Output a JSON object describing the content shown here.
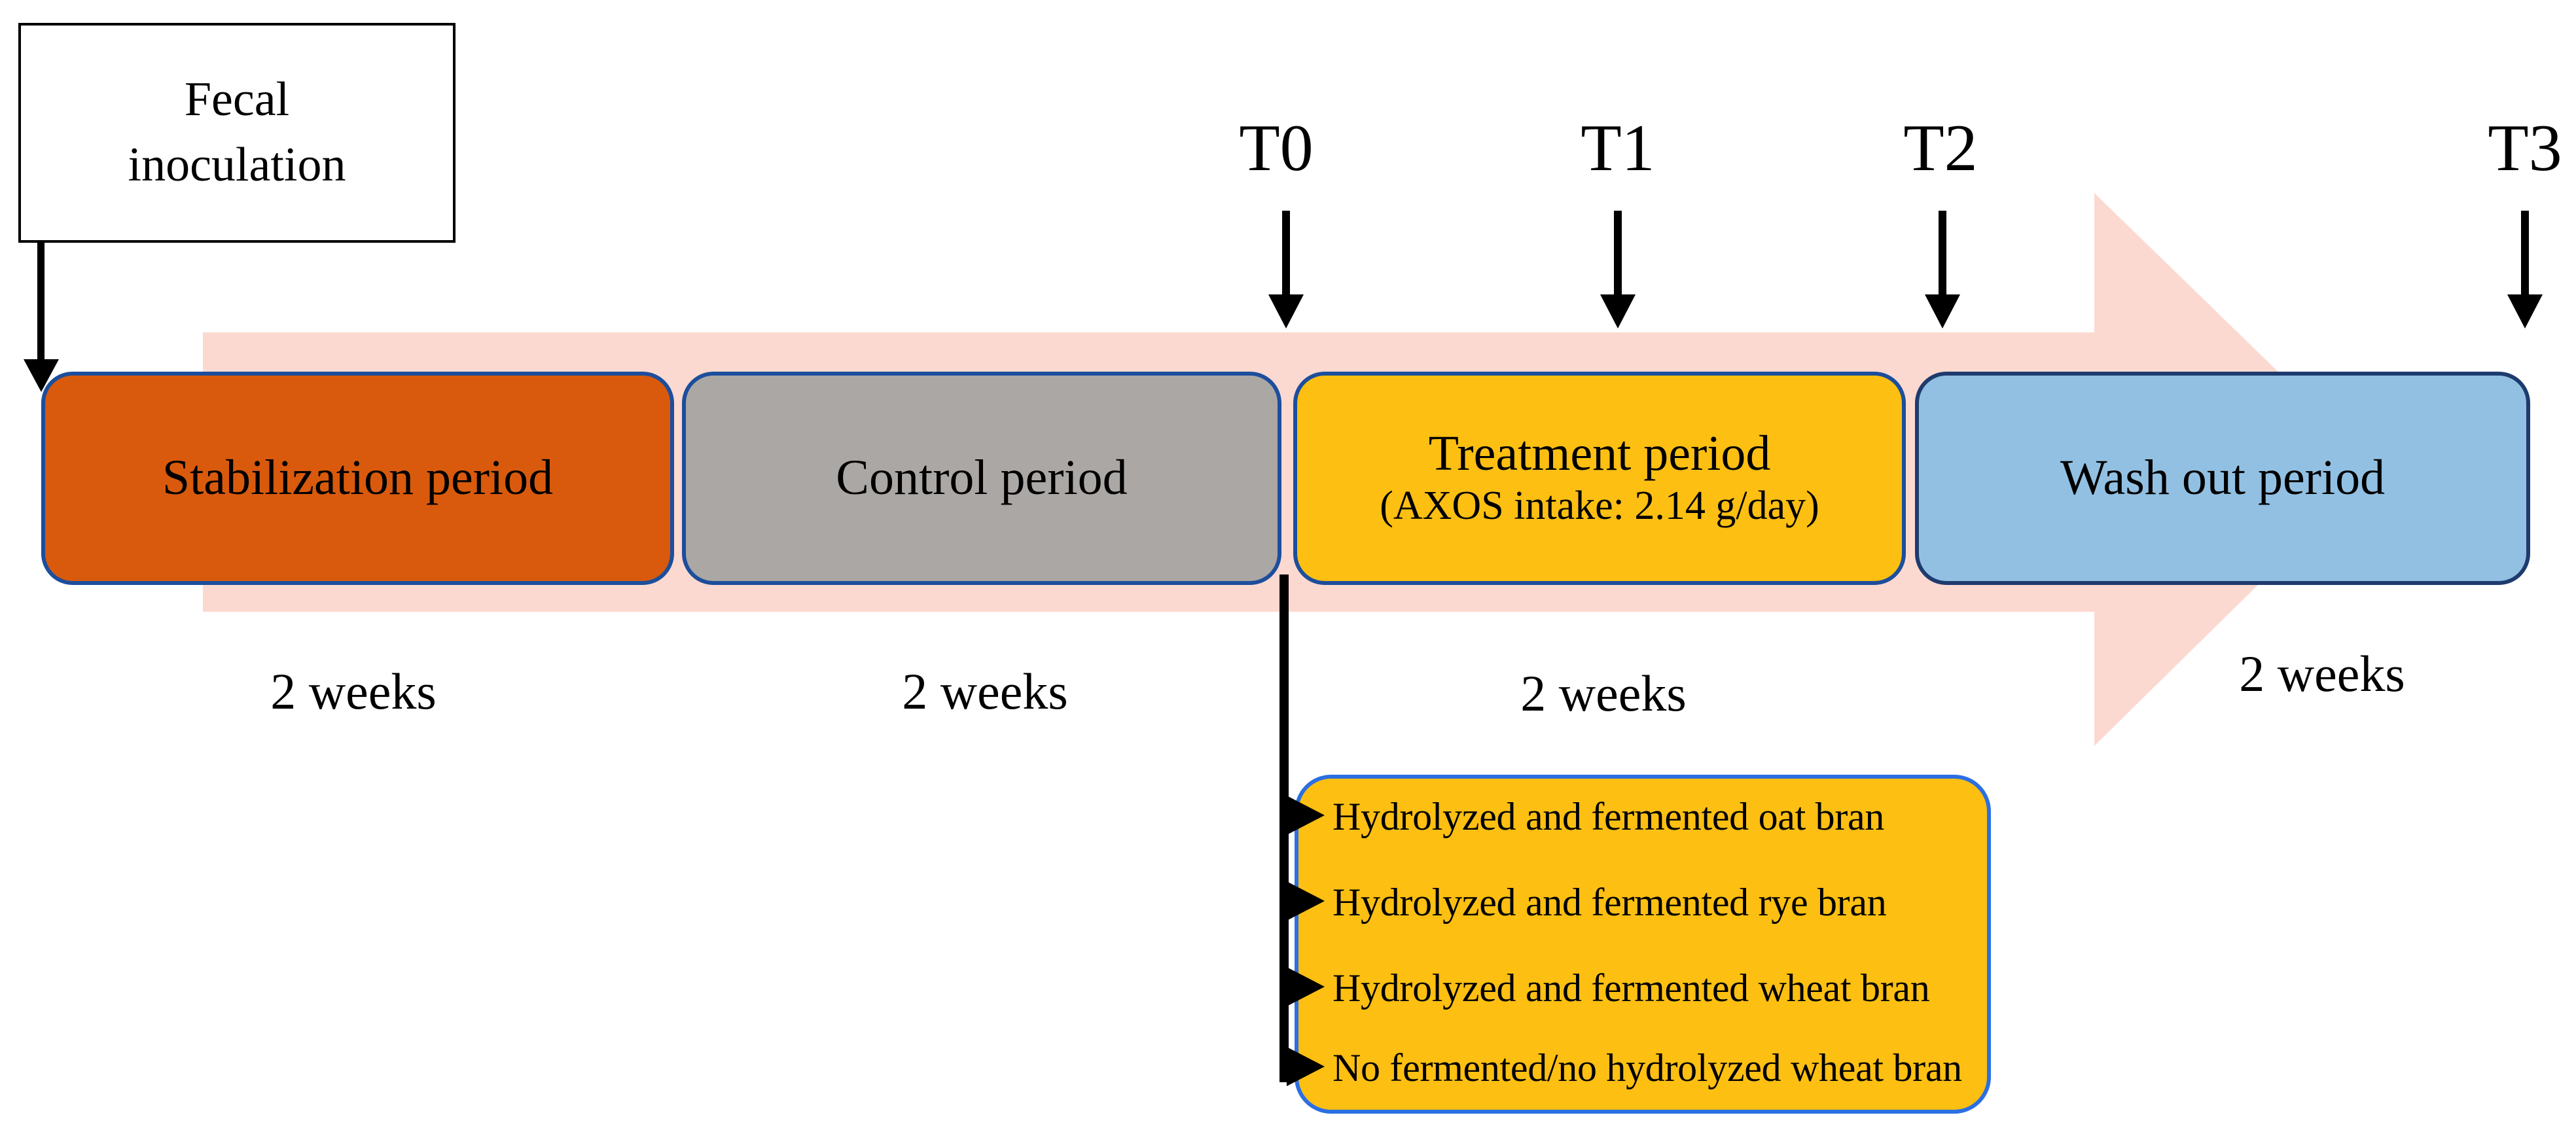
{
  "fecal": {
    "line1": "Fecal",
    "line2": "inoculation"
  },
  "timepoints": [
    {
      "label": "T0"
    },
    {
      "label": "T1"
    },
    {
      "label": "T2"
    },
    {
      "label": "T3"
    }
  ],
  "periods": [
    {
      "label": "Stabilization period",
      "duration": "2 weeks",
      "fill": "#d95a0c",
      "border": "#1c4e9c"
    },
    {
      "label": "Control period",
      "duration": "2 weeks",
      "fill": "#aba7a4",
      "border": "#1c4e9c"
    },
    {
      "label": "Treatment period",
      "sublabel": "(AXOS intake: 2.14 g/day)",
      "duration": "2 weeks",
      "fill": "#fcbf12",
      "border": "#1c4e9c"
    },
    {
      "label": "Wash out period",
      "duration": "2 weeks",
      "fill": "#92c0e2",
      "border": "#1e3b6e"
    }
  ],
  "treatment_options": [
    "Hydrolyzed and fermented oat bran",
    "Hydrolyzed and fermented rye bran",
    "Hydrolyzed and fermented wheat bran",
    "No fermented/no hydrolyzed wheat bran"
  ],
  "colors": {
    "timeline_arrow": "#fcd9d0",
    "options_box_fill": "#fcbf12",
    "options_box_border": "#2b6fe2",
    "line_and_text": "#000000"
  }
}
